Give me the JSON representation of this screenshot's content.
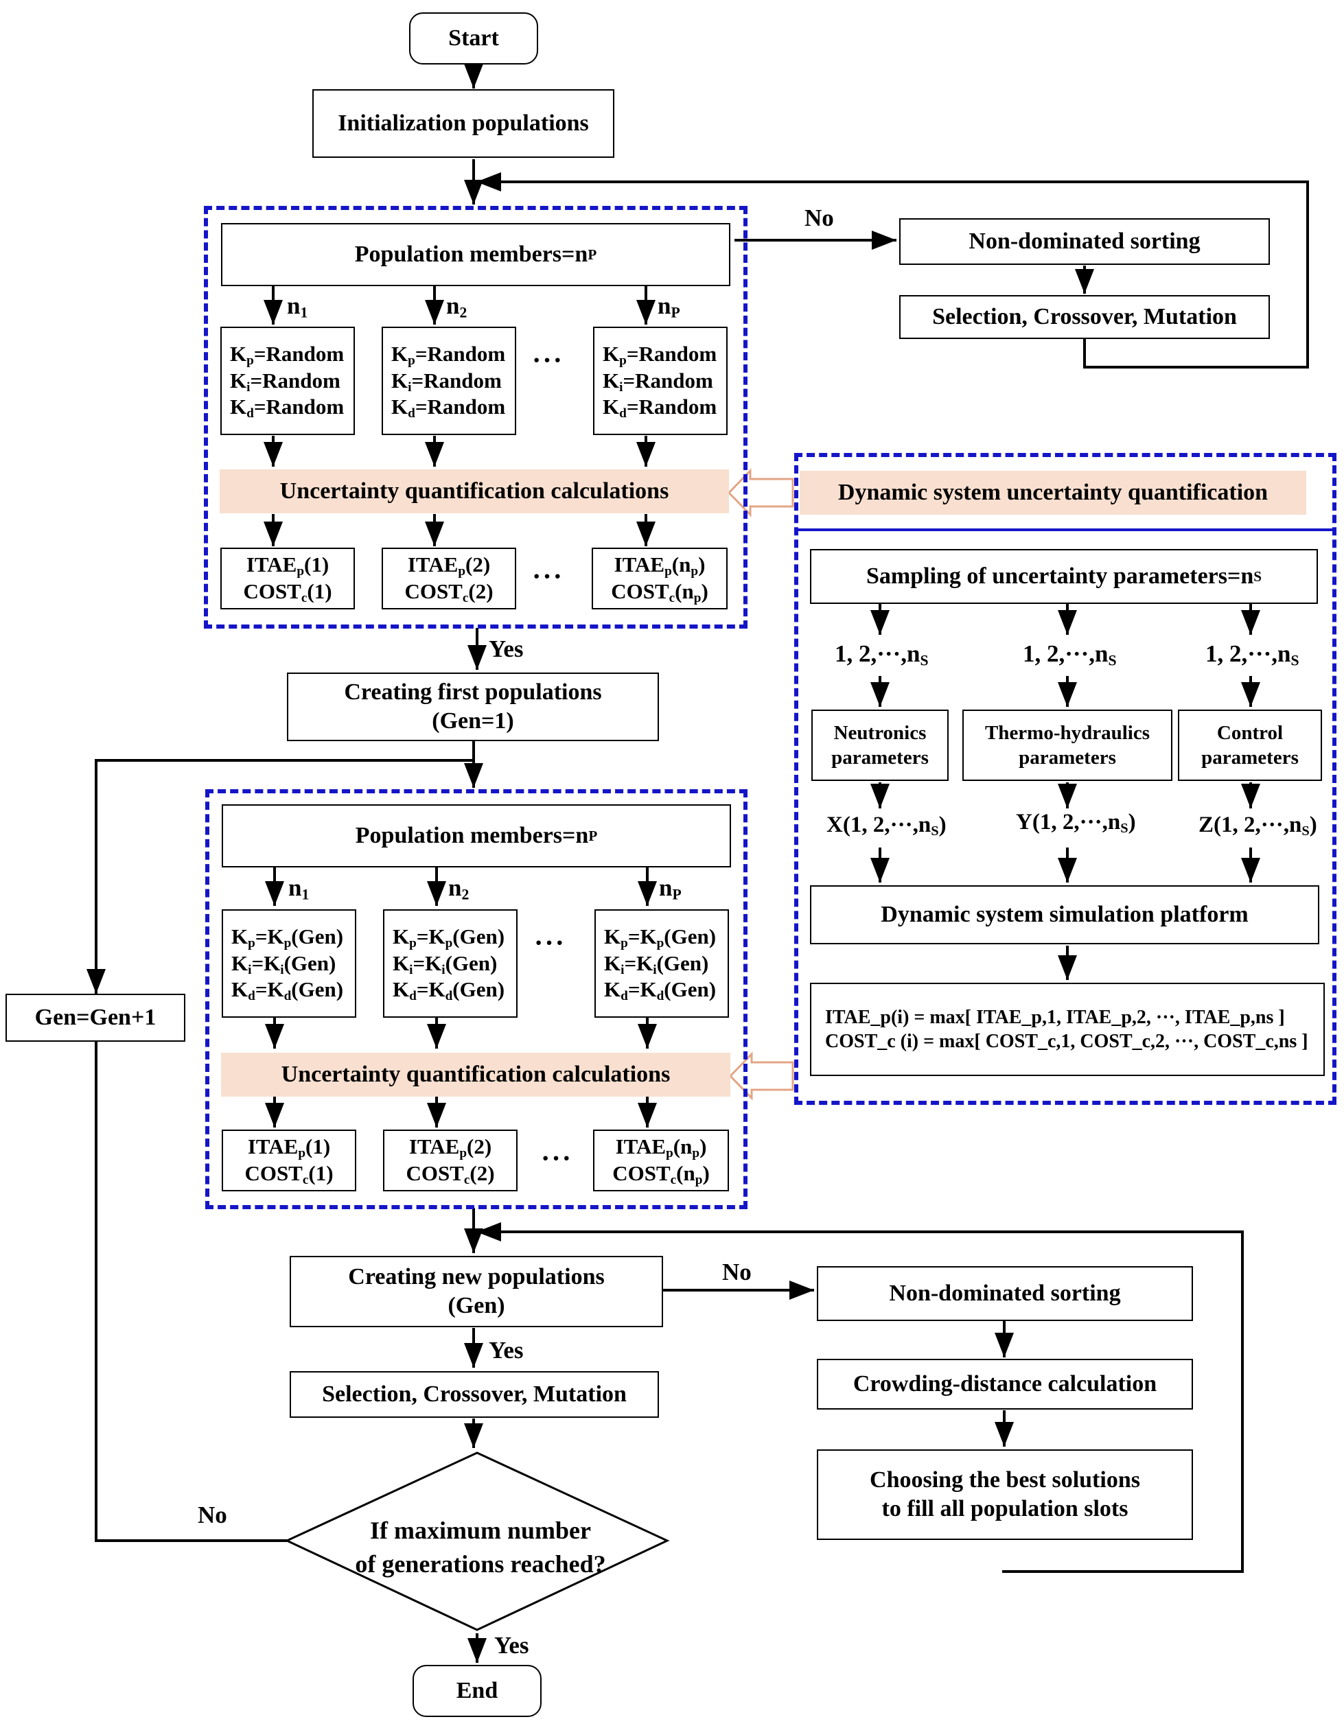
{
  "title": "",
  "nodes": {
    "start": "Start",
    "init": "Initialization populations",
    "pop1_members": {
      "text": "Population members=n",
      "sub": "P"
    },
    "pop2_members": {
      "text": "Population members=n",
      "sub": "P"
    },
    "branch_labels": [
      {
        "text": "n",
        "sub": "1"
      },
      {
        "text": "n",
        "sub": "2"
      },
      {
        "text": "n",
        "sub": "P"
      }
    ],
    "random_gains": {
      "kp": {
        "main": "K",
        "sub": "p",
        "rest": "=Random"
      },
      "ki": {
        "main": "K",
        "sub": "i",
        "rest": "=Random"
      },
      "kd": {
        "main": "K",
        "sub": "d",
        "rest": "=Random"
      }
    },
    "gen_gains": {
      "kp": {
        "main": "K",
        "sub": "p",
        "rest": "=K",
        "sub2": "p",
        "rest2": "(Gen)"
      },
      "ki": {
        "main": "K",
        "sub": "i",
        "rest": "=K",
        "sub2": "i",
        "rest2": "(Gen)"
      },
      "kd": {
        "main": "K",
        "sub": "d",
        "rest": "=K",
        "sub2": "d",
        "rest2": "(Gen)"
      }
    },
    "uq_calc": "Uncertainty quantification calculations",
    "outputs": [
      {
        "itae": "ITAE",
        "itae_sub": "p",
        "itae_arg": "(1)",
        "cost": "COST",
        "cost_sub": "c",
        "cost_arg": "(1)"
      },
      {
        "itae": "ITAE",
        "itae_sub": "p",
        "itae_arg": "(2)",
        "cost": "COST",
        "cost_sub": "c",
        "cost_arg": "(2)"
      },
      {
        "itae": "ITAE",
        "itae_sub": "p",
        "itae_arg_pre": "(n",
        "itae_arg_sub": "p",
        "itae_arg_post": ")",
        "cost": "COST",
        "cost_sub": "c",
        "cost_arg_pre": "(n",
        "cost_arg_sub": "p",
        "cost_arg_post": ")"
      }
    ],
    "ellipsis": "···",
    "nds_top": "Non-dominated sorting",
    "sel_top": "Selection, Crossover, Mutation",
    "first_pop": {
      "line1": "Creating first populations",
      "line2": "(Gen=1)"
    },
    "gen_inc": "Gen=Gen+1",
    "new_pop": {
      "line1": "Creating new populations",
      "line2": "(Gen)"
    },
    "sel_bottom": "Selection, Crossover, Mutation",
    "nds_bottom": "Non-dominated sorting",
    "crowding": "Crowding-distance calculation",
    "choose": {
      "line1": "Choosing the best solutions",
      "line2": "to fill all population slots"
    },
    "decision": {
      "line1": "If maximum number",
      "line2": "of generations reached?"
    },
    "end": "End"
  },
  "uq_panel": {
    "header": "Dynamic system uncertainty quantification",
    "sampling": {
      "text": "Sampling of uncertainty parameters=n",
      "sub": "S"
    },
    "sample_index": {
      "text": "1, 2,···,n",
      "sub": "S"
    },
    "params": [
      {
        "line1": "Neutronics",
        "line2": "parameters"
      },
      {
        "line1": "Thermo-hydraulics",
        "line2": "parameters"
      },
      {
        "line1": "Control",
        "line2": "parameters"
      }
    ],
    "vectors": [
      {
        "pre": "X(1, 2,···,n",
        "sub": "S",
        "post": ")"
      },
      {
        "pre": "Y(1, 2,···,n",
        "sub": "S",
        "post": ")"
      },
      {
        "pre": "Z(1, 2,···,n",
        "sub": "S",
        "post": ")"
      }
    ],
    "platform": "Dynamic system simulation platform",
    "formula_itae": "ITAE_p(i) = max[ ITAE_p,1, ITAE_p,2, ···, ITAE_p,ns ]",
    "formula_cost": "COST_c (i) = max[ COST_c,1, COST_c,2, ···, COST_c,ns ]"
  },
  "edge_labels": {
    "no": "No",
    "yes": "Yes"
  },
  "colors": {
    "dashed_border": "#1515c8",
    "highlight_fill": "#f8dfcf",
    "hollow_arrow": "#e3a585"
  }
}
